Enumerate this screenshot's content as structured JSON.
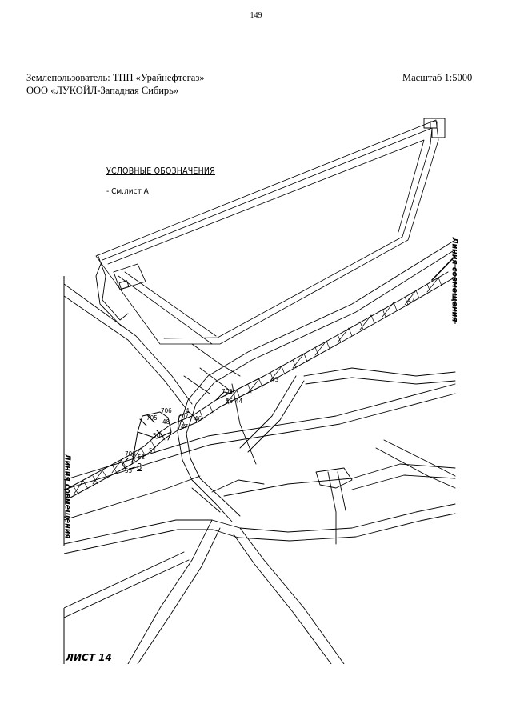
{
  "page_number": "149",
  "header": {
    "land_user": "Землепользователь: ТПП «Урайнефтегаз»",
    "company": "ООО «ЛУКОЙЛ-Западная Сибирь»",
    "scale": "Масштаб 1:5000"
  },
  "legend": {
    "title": "УСЛОВНЫЕ ОБОЗНАЧЕНИЯ",
    "item": "- См.лист А"
  },
  "match_line_label": "Линия совмещения",
  "point_labels": {
    "p42": "42",
    "p43": "43",
    "p709": "709",
    "p45": "45",
    "p44": "44",
    "p4": "4",
    "p707": "707",
    "p46": "46",
    "p47": "47",
    "p706": "706",
    "p705": "705",
    "p48": "48",
    "p50": "50",
    "p51": "51",
    "p52": "52",
    "p700": "700",
    "p8": "8",
    "p55": "55"
  },
  "sheet_label": "ЛИСТ 14"
}
